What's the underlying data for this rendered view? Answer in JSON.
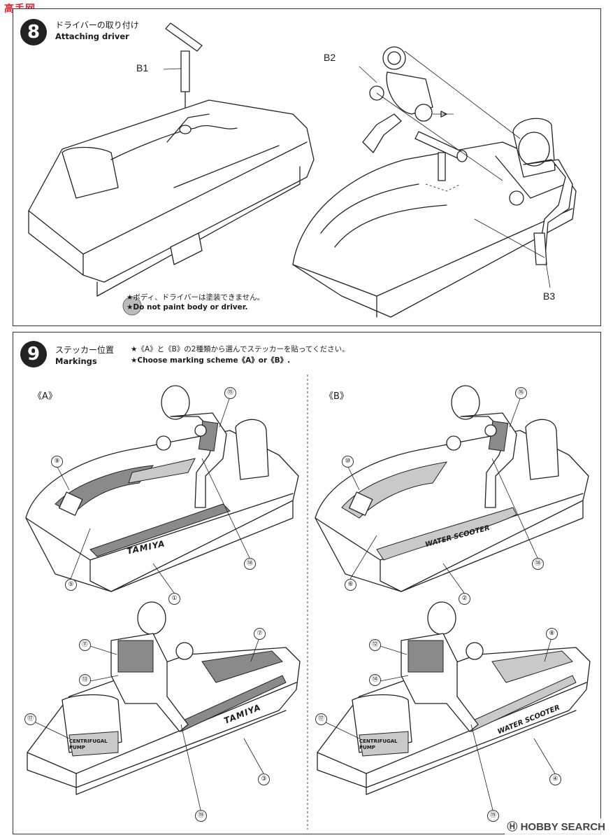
{
  "watermark": {
    "logo": "高手网"
  },
  "step8": {
    "number": "8",
    "title_jp": "ドライバーの取り付け",
    "title_en": "Attaching driver",
    "parts": [
      "B1",
      "B2",
      "B3"
    ],
    "note_jp": "★ボディ、ドライバーは塗装できません。",
    "note_en": "★Do not paint body or driver."
  },
  "step9": {
    "number": "9",
    "title_jp": "ステッカー位置",
    "title_en": "Markings",
    "note_jp": "★《A》と《B》の2種類から選んでステッカーを貼ってください。",
    "note_en": "★Choose marking scheme《A》or《B》.",
    "scheme_a": "《A》",
    "scheme_b": "《B》",
    "hull_text_a": "TAMIYA",
    "hull_text_b": "WATER SCOOTER",
    "engine_text": "CENTRIFUGAL PUMP",
    "stickers_a_top": [
      "⑨",
      "⑮",
      "⑱",
      "⑤",
      "①"
    ],
    "stickers_b_top": [
      "⑩",
      "⑯",
      "⑱",
      "⑥",
      "②"
    ],
    "stickers_a_bottom": [
      "⑪",
      "⑬",
      "⑦",
      "⑰",
      "③",
      "⑲"
    ],
    "stickers_b_bottom": [
      "⑫",
      "⑭",
      "⑧",
      "⑰",
      "④",
      "⑲"
    ]
  },
  "footer": {
    "brand": "HOBBY SEARCH",
    "symbol": "Ⓗ"
  }
}
